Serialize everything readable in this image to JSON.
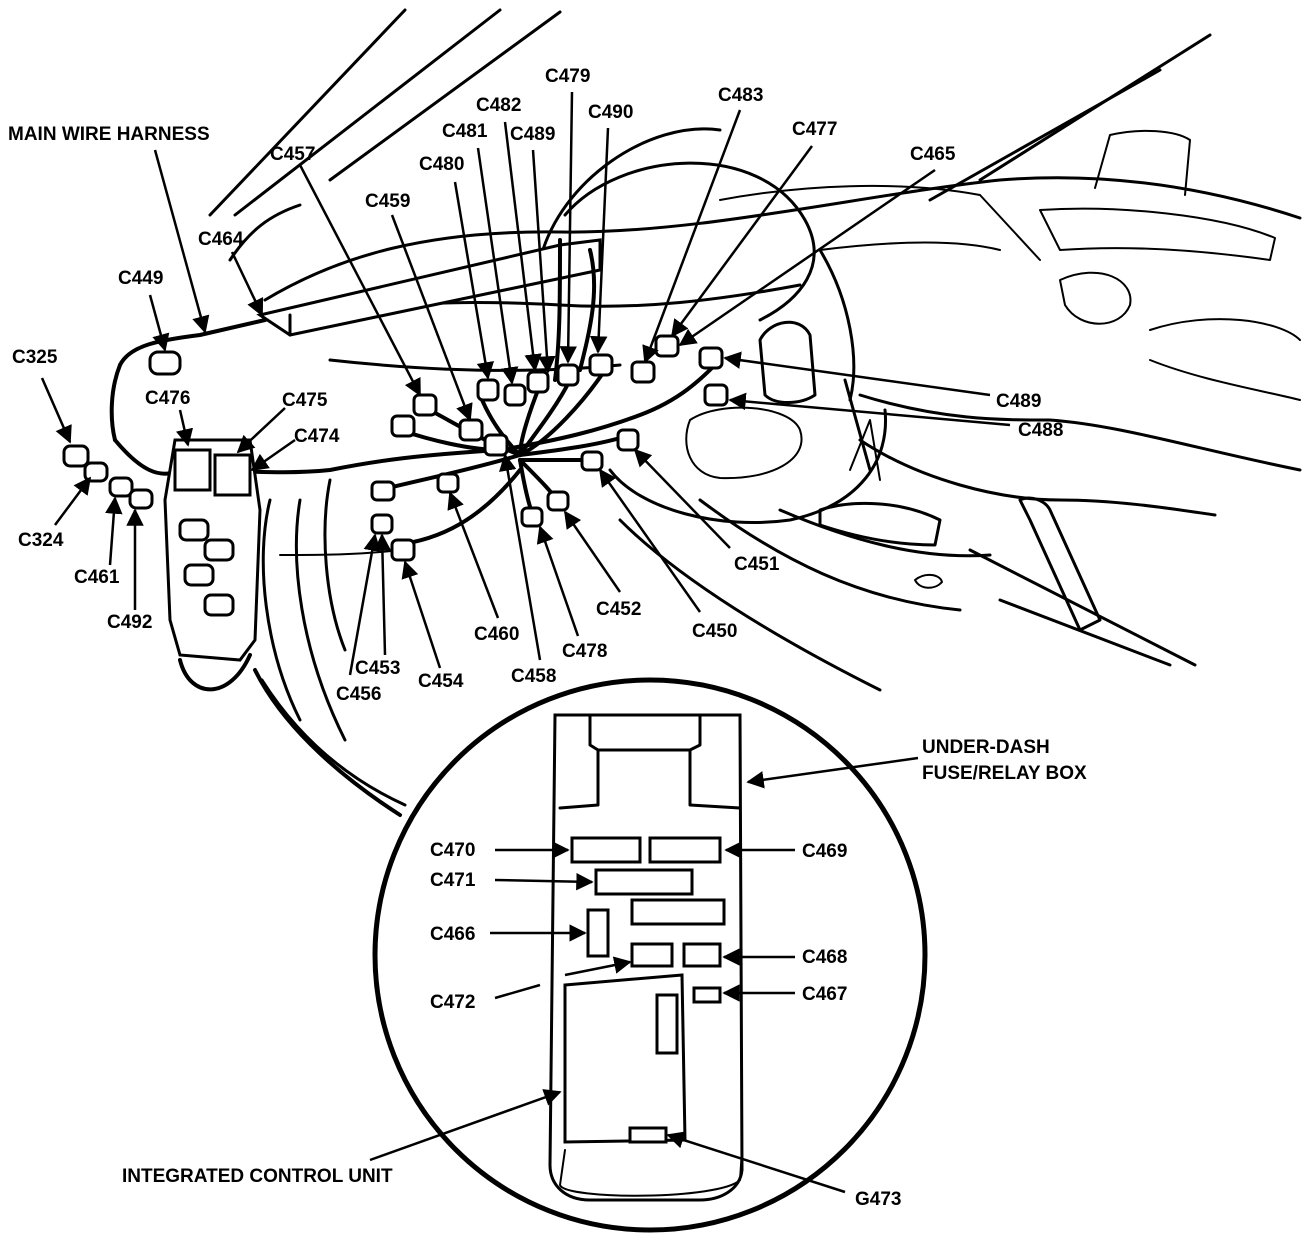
{
  "labels": {
    "main_wire_harness": "MAIN WIRE HARNESS",
    "c464": "C464",
    "c449": "C449",
    "c325": "C325",
    "c476": "C476",
    "c475": "C475",
    "c474": "C474",
    "c324": "C324",
    "c461": "C461",
    "c492": "C492",
    "c457": "C457",
    "c459": "C459",
    "c480": "C480",
    "c481": "C481",
    "c482": "C482",
    "c489_top": "C489",
    "c479": "C479",
    "c490": "C490",
    "c483": "C483",
    "c477": "C477",
    "c465": "C465",
    "c489_right": "C489",
    "c488": "C488",
    "c451": "C451",
    "c452": "C452",
    "c450": "C450",
    "c478": "C478",
    "c460": "C460",
    "c458": "C458",
    "c453": "C453",
    "c454": "C454",
    "c456": "C456",
    "under_dash_line1": "UNDER-DASH",
    "under_dash_line2": "FUSE/RELAY BOX",
    "c470": "C470",
    "c471": "C471",
    "c469": "C469",
    "c466": "C466",
    "c468": "C468",
    "c472": "C472",
    "c467": "C467",
    "integrated_control_unit": "INTEGRATED CONTROL UNIT",
    "g473": "G473"
  }
}
